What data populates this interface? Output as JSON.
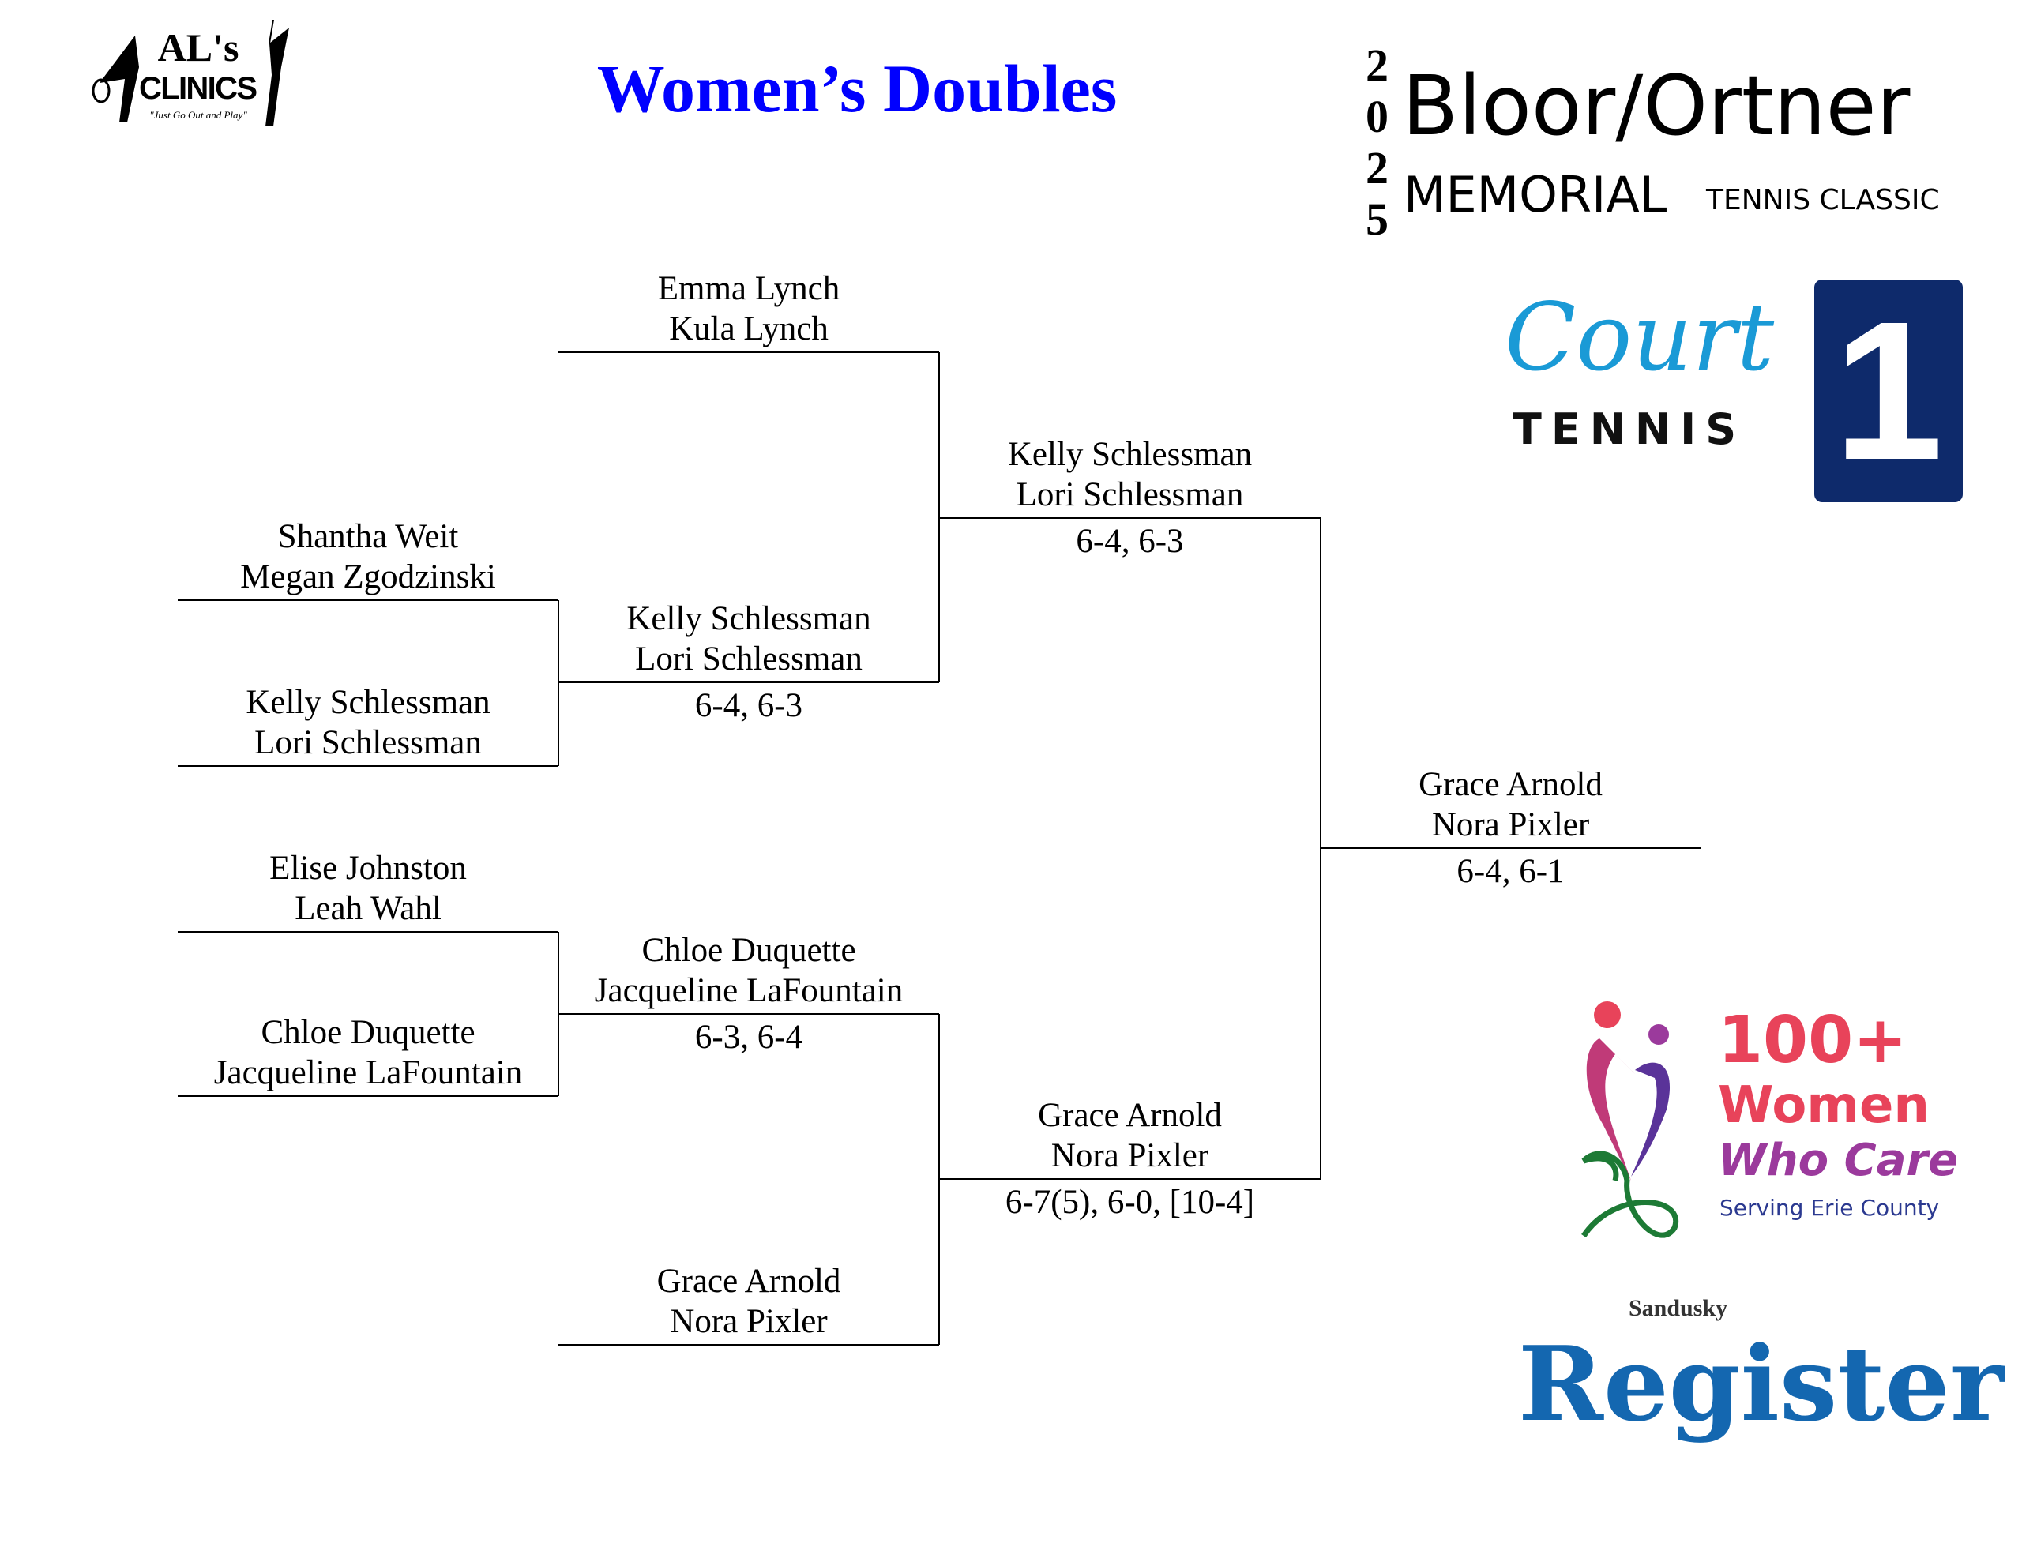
{
  "title": "Women’s Doubles",
  "logos": {
    "als_clinics": {
      "name": "AL's",
      "sub": "CLINICS",
      "tagline": "\"Just Go Out and Play\""
    },
    "bloor_ortner": {
      "year": "2025",
      "name": "Bloor/Ortner",
      "line2a": "MEMORIAL",
      "line2b": "TENNIS CLASSIC"
    },
    "court1": {
      "script": "Court",
      "word": "TENNIS",
      "number": "1"
    },
    "women_who_care": {
      "line1": "100+",
      "line2": "Women",
      "line3": "Who Care",
      "line4": "Serving Erie County"
    },
    "register": {
      "small": "Sandusky",
      "big": "Register"
    }
  },
  "bracket": {
    "round1": [
      {
        "names": [
          "Shantha Weit",
          "Megan Zgodzinski"
        ]
      },
      {
        "names": [
          "Kelly Schlessman",
          "Lori Schlessman"
        ]
      },
      {
        "names": [
          "Elise Johnston",
          "Leah Wahl"
        ]
      },
      {
        "names": [
          "Chloe Duquette",
          "Jacqueline LaFountain"
        ]
      }
    ],
    "round2": [
      {
        "names": [
          "Emma Lynch",
          "Kula Lynch"
        ]
      },
      {
        "names": [
          "Kelly Schlessman",
          "Lori Schlessman"
        ],
        "score": "6-4, 6-3"
      },
      {
        "names": [
          "Chloe Duquette",
          "Jacqueline LaFountain"
        ],
        "score": "6-3, 6-4"
      },
      {
        "names": [
          "Grace Arnold",
          "Nora Pixler"
        ]
      }
    ],
    "round3": [
      {
        "names": [
          "Kelly Schlessman",
          "Lori Schlessman"
        ],
        "score": "6-4, 6-3"
      },
      {
        "names": [
          "Grace Arnold",
          "Nora Pixler"
        ],
        "score": "6-7(5), 6-0, [10-4]"
      }
    ],
    "final": [
      {
        "names": [
          "Grace Arnold",
          "Nora Pixler"
        ],
        "score": "6-4, 6-1"
      }
    ]
  },
  "colors": {
    "title": "#0000ff",
    "court_blue": "#0e2a6b",
    "court_cyan": "#1a9ad6",
    "wwc_red": "#e8435a",
    "wwc_purple": "#9b3a9c",
    "wwc_navy": "#2b3990",
    "register_blue": "#1467b0"
  }
}
